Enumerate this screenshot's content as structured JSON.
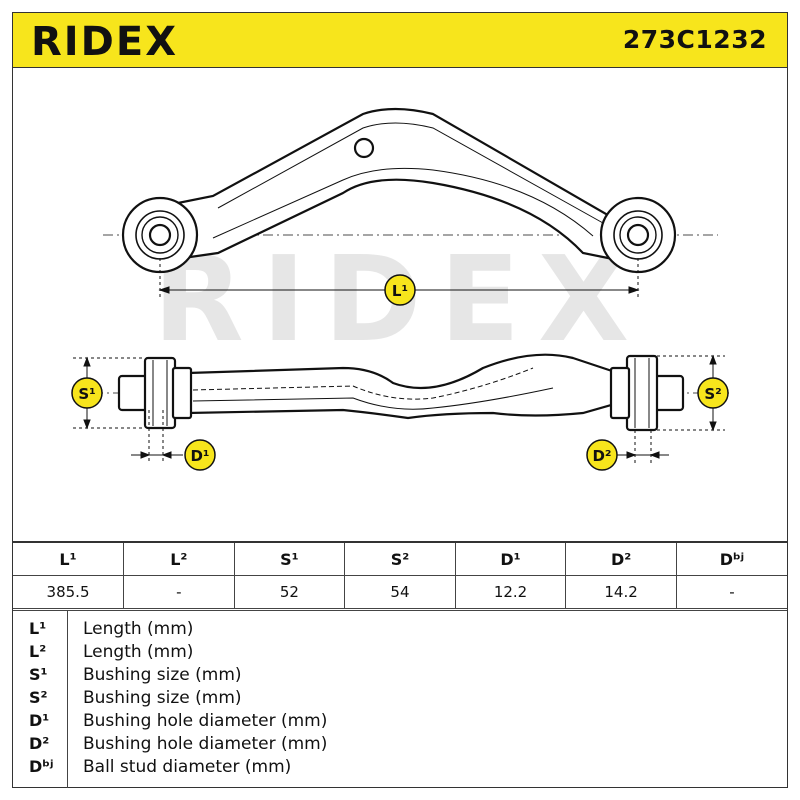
{
  "header": {
    "brand": "RIDEX",
    "part_number": "273C1232",
    "brand_color": "#f7e51c"
  },
  "drawing": {
    "watermark": "RIDEX",
    "badges": {
      "l1": "L¹",
      "s1": "S¹",
      "s2": "S²",
      "d1": "D¹",
      "d2": "D²"
    },
    "badge_color": "#f7e51c"
  },
  "table": {
    "headers": [
      "L¹",
      "L²",
      "S¹",
      "S²",
      "D¹",
      "D²",
      "Dᵇʲ"
    ],
    "values": [
      "385.5",
      "-",
      "52",
      "54",
      "12.2",
      "14.2",
      "-"
    ]
  },
  "legend": [
    {
      "symbol": "L¹",
      "desc": "Length (mm)"
    },
    {
      "symbol": "L²",
      "desc": "Length (mm)"
    },
    {
      "symbol": "S¹",
      "desc": "Bushing size (mm)"
    },
    {
      "symbol": "S²",
      "desc": "Bushing size (mm)"
    },
    {
      "symbol": "D¹",
      "desc": "Bushing hole diameter (mm)"
    },
    {
      "symbol": "D²",
      "desc": "Bushing hole diameter (mm)"
    },
    {
      "symbol": "Dᵇʲ",
      "desc": "Ball stud diameter (mm)"
    }
  ]
}
